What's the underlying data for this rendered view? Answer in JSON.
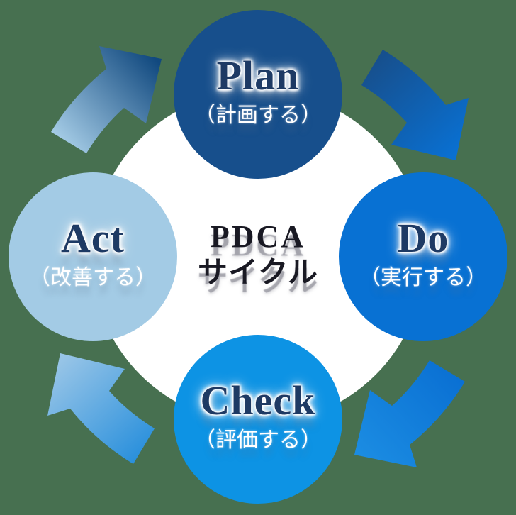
{
  "diagram": {
    "background_color": "#477050",
    "center_disc_color": "#FFFFFF",
    "center": {
      "title_line1": "PDCA",
      "title_line2": "サイクル",
      "text_color": "#191923"
    },
    "nodes": [
      {
        "id": "plan",
        "label": "Plan",
        "sublabel": "（計画する）",
        "color": "#174F8C"
      },
      {
        "id": "do",
        "label": "Do",
        "sublabel": "（実行する）",
        "color": "#0871D3"
      },
      {
        "id": "check",
        "label": "Check",
        "sublabel": "（評価する）",
        "color": "#0D93E4"
      },
      {
        "id": "act",
        "label": "Act",
        "sublabel": "（改善する）",
        "color": "#A3CBE5"
      }
    ],
    "arrows": [
      {
        "id": "ne",
        "name": "arrow-plan-to-do",
        "from_color": "#174F8C",
        "to_color": "#0970D2"
      },
      {
        "id": "se",
        "name": "arrow-do-to-check",
        "from_color": "#0A70D3",
        "to_color": "#1B8CE2"
      },
      {
        "id": "sw",
        "name": "arrow-check-to-act",
        "from_color": "#2A90DC",
        "to_color": "#98C5E7"
      },
      {
        "id": "nw",
        "name": "arrow-act-to-plan",
        "from_color": "#A5CCE6",
        "to_color": "#11497F"
      }
    ],
    "label_text_color": "#1E3A64",
    "sublabel_text_color": "#FFFFFF"
  }
}
